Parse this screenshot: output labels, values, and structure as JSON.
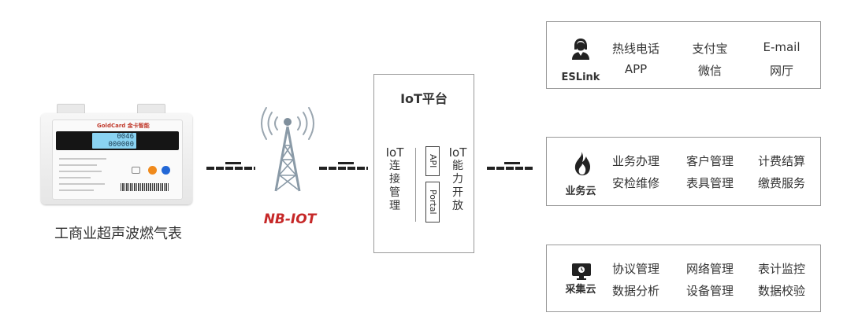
{
  "meter": {
    "brand": "GoldCard 金卡智能",
    "lcd_top": "0046",
    "lcd_bottom": "000000",
    "caption": "工商业超声波燃气表"
  },
  "tower": {
    "label": "NB-IOT"
  },
  "platform": {
    "title": "IoT平台",
    "left_col": {
      "line1": "IoT",
      "chars": [
        "连",
        "接",
        "管",
        "理"
      ]
    },
    "mid_box1": "API",
    "mid_box2": "Portal",
    "right_col": {
      "line1": "IoT",
      "chars": [
        "能",
        "力",
        "开",
        "放"
      ]
    }
  },
  "panels": [
    {
      "title": "ESLink",
      "icon": "person-headset-icon",
      "items": [
        [
          "热线电话",
          "支付宝",
          "E-mail"
        ],
        [
          "APP",
          "微信",
          "网厅"
        ]
      ]
    },
    {
      "title": "业务云",
      "icon": "flame-icon",
      "items": [
        [
          "业务办理",
          "客户管理",
          "计费结算"
        ],
        [
          "安检维修",
          "表具管理",
          "缴费服务"
        ]
      ]
    },
    {
      "title": "采集云",
      "icon": "monitor-icon",
      "items": [
        [
          "协议管理",
          "网络管理",
          "表计监控"
        ],
        [
          "数据分析",
          "设备管理",
          "数据校验"
        ]
      ]
    }
  ],
  "colors": {
    "line": "#222222",
    "panel_border": "#999999",
    "tower": "#8a9aa7",
    "nb_logo": "#c62828"
  }
}
